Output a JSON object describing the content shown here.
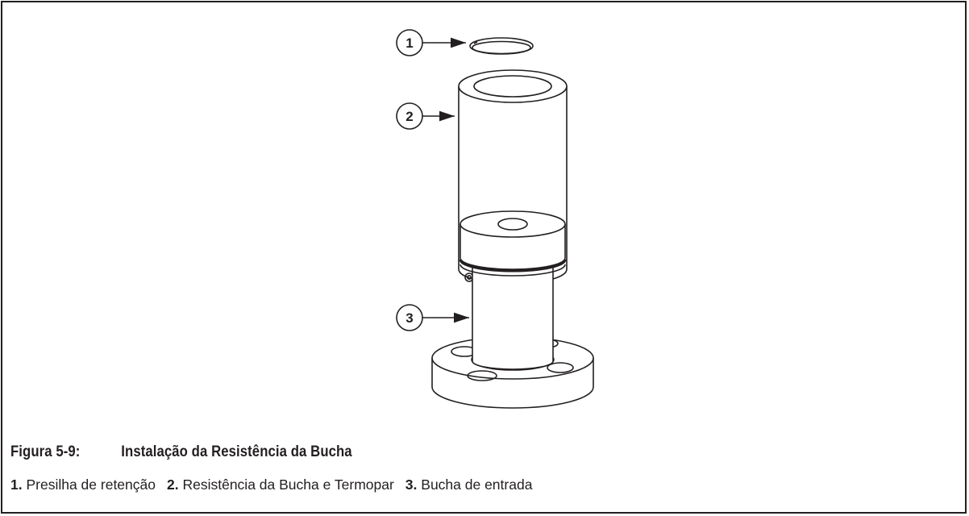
{
  "callouts": [
    {
      "number": "1"
    },
    {
      "number": "2"
    },
    {
      "number": "3"
    }
  ],
  "caption": {
    "figure_number": "Figura 5-9:",
    "title": "Instalação da Resistência da Bucha"
  },
  "legend": [
    {
      "num": "1.",
      "text": " Presilha de retenção"
    },
    {
      "num": "2.",
      "text": " Resistência da Bucha e Termopar"
    },
    {
      "num": "3.",
      "text": " Bucha de entrada"
    }
  ],
  "colors": {
    "line": "#231f20",
    "background": "#ffffff"
  }
}
